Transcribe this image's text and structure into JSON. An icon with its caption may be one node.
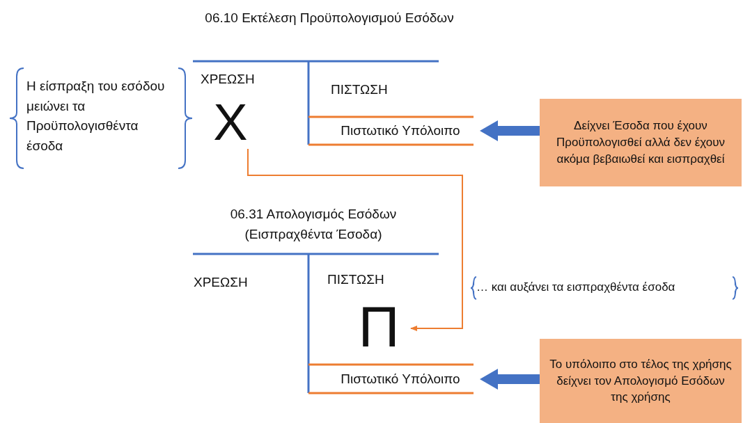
{
  "diagram": {
    "nodes": [
      {
        "text": [
          "Χ"
        ]
      },
      {
        "text": [
          "Π"
        ]
      },
      {
        "text": [
          "Πιστωτικό Υπόλοιπο"
        ]
      },
      {
        "text": [
          "Δείχνει Έσοδα που έχουν Προϋπολογισθεί αλλά δεν έχουν ακόμα βεβαιωθεί και εισπραχθεί"
        ]
      },
      {
        "text": [
          "Πιστωτικό Υπόλοιπο"
        ]
      },
      {
        "text": [
          "Το υπόλοιπο στο τέλος της χρήσης δείχνει τον Απολογισμό Εσόδων της χρήσης"
        ]
      }
    ],
    "edges": [
      {
        "from": 0,
        "to": 1,
        "arrow": "to",
        "color": "#ed7d31"
      },
      {
        "from": 3,
        "to": 2,
        "arrow": "to"
      },
      {
        "from": 5,
        "to": 4,
        "arrow": "to"
      }
    ],
    "labels": [
      "06.10 Εκτέλεση Προϋπολογισμού Εσόδων",
      "ΧΡΕΩΣΗ",
      "Η είσπραξη του εσόδου μειώνει τα Προϋπολογισθέντα έσοδα",
      "ΠΙΣΤΩΣΗ",
      "06.31 Απολογισμός Εσόδων (Εισπραχθέντα Έσοδα)",
      "ΧΡΕΩΣΗ",
      "ΠΙΣΤΩΣΗ",
      "… και αυξάνει τα εισπραχθέντα έσοδα"
    ]
  }
}
